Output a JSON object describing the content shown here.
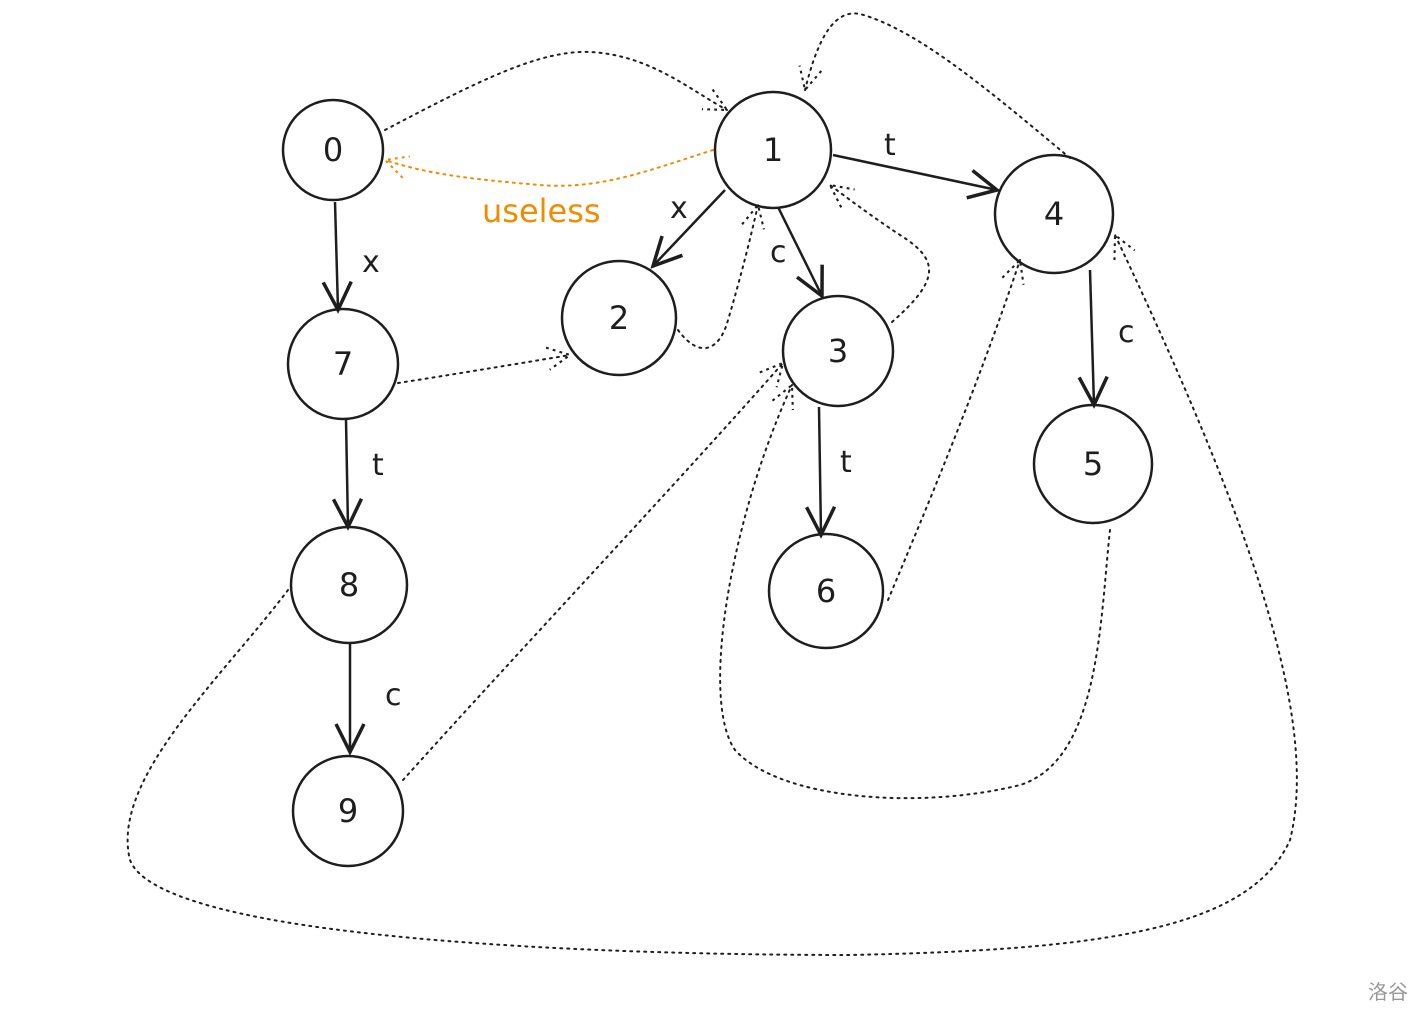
{
  "nodes": {
    "n0": "0",
    "n1": "1",
    "n2": "2",
    "n3": "3",
    "n4": "4",
    "n5": "5",
    "n6": "6",
    "n7": "7",
    "n8": "8",
    "n9": "9"
  },
  "edges": {
    "e0_7": "x",
    "e1_2": "x",
    "e1_3": "c",
    "e1_4": "t",
    "e4_5": "c",
    "e3_6": "t",
    "e7_8": "t",
    "e8_9": "c"
  },
  "annotation": "useless",
  "watermark": "洛谷",
  "colors": {
    "ink": "#1e1e1e",
    "highlight": "#f08c00"
  }
}
